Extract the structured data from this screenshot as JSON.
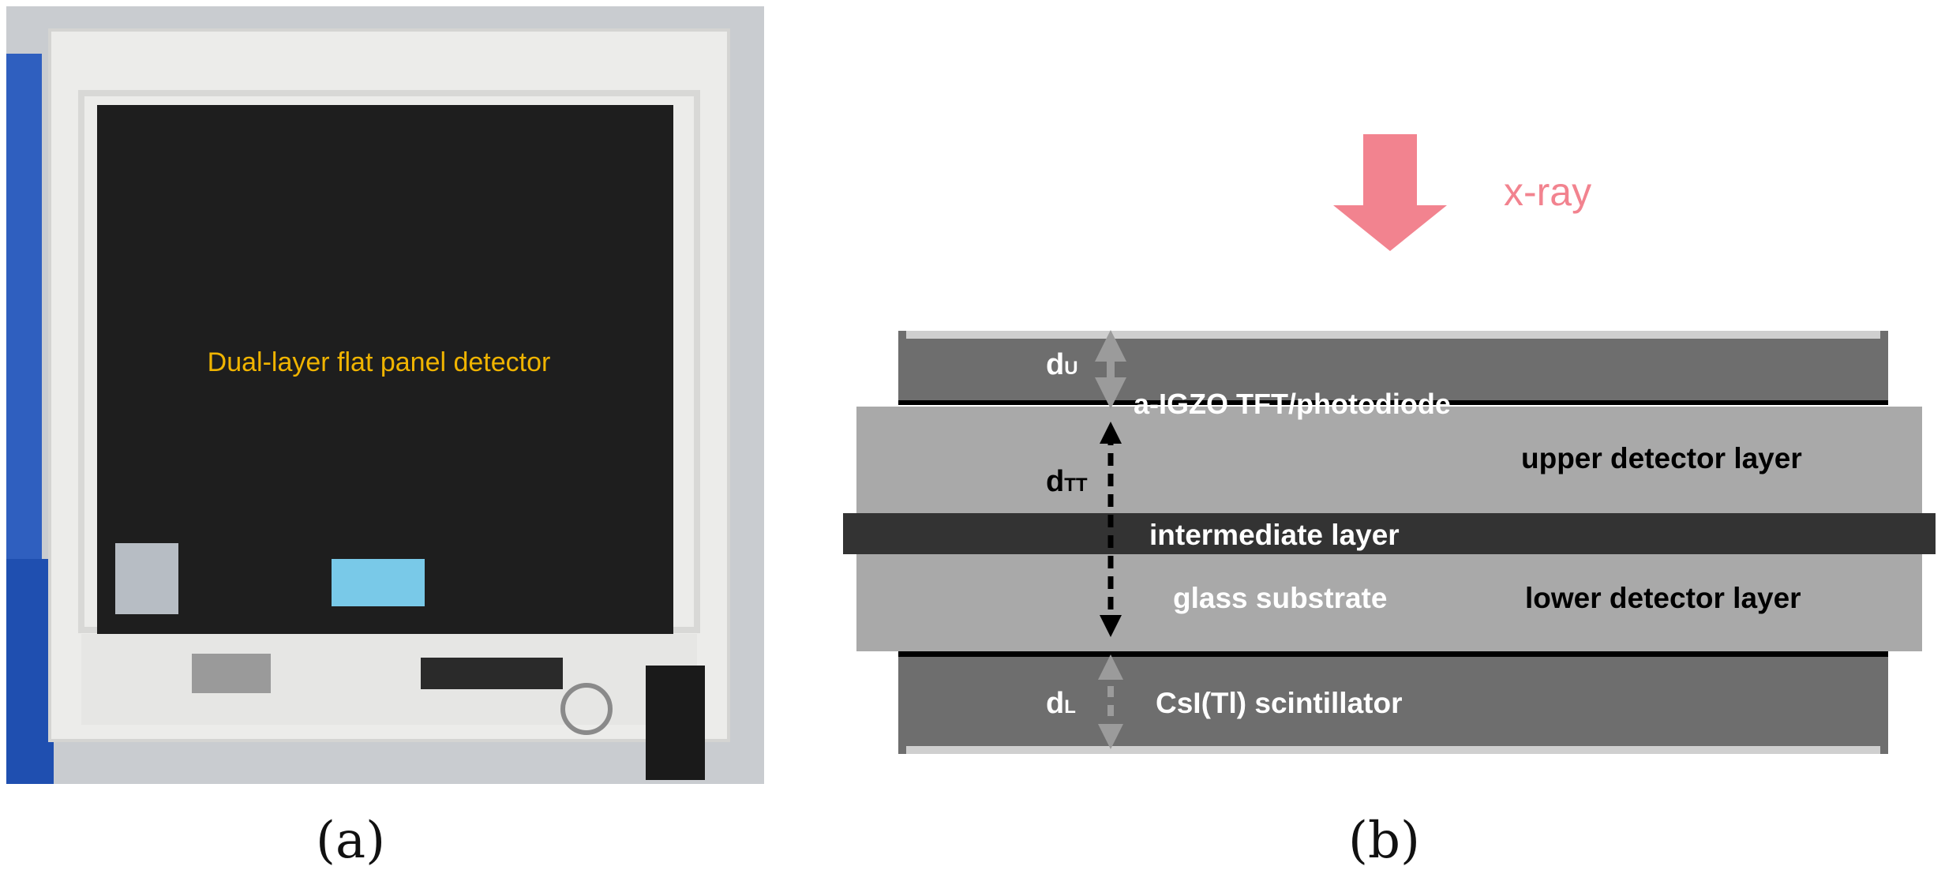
{
  "photo": {
    "label": "Dual-layer flat panel detector",
    "caption": "(a)"
  },
  "diagram": {
    "caption": "(b)",
    "xray_label": "x-ray",
    "tft_label": "a-IGZO TFT/photodiode",
    "upper_layer_label": "upper detector layer",
    "intermediate_label": "intermediate layer",
    "glass_label": "glass substrate",
    "lower_layer_label": "lower detector layer",
    "scintillator_label": "CsI(Tl) scintillator",
    "dim_upper": {
      "main": "d",
      "sub": "U"
    },
    "dim_tt": {
      "main": "d",
      "sub": "TT"
    },
    "dim_lower": {
      "main": "d",
      "sub": "L"
    },
    "colors": {
      "xray_arrow": "#f2838f",
      "scintillator": "#6e6e6e",
      "detector": "#a9a9a9",
      "intermediate": "#333333",
      "light_edge": "#cfcfcf"
    }
  }
}
